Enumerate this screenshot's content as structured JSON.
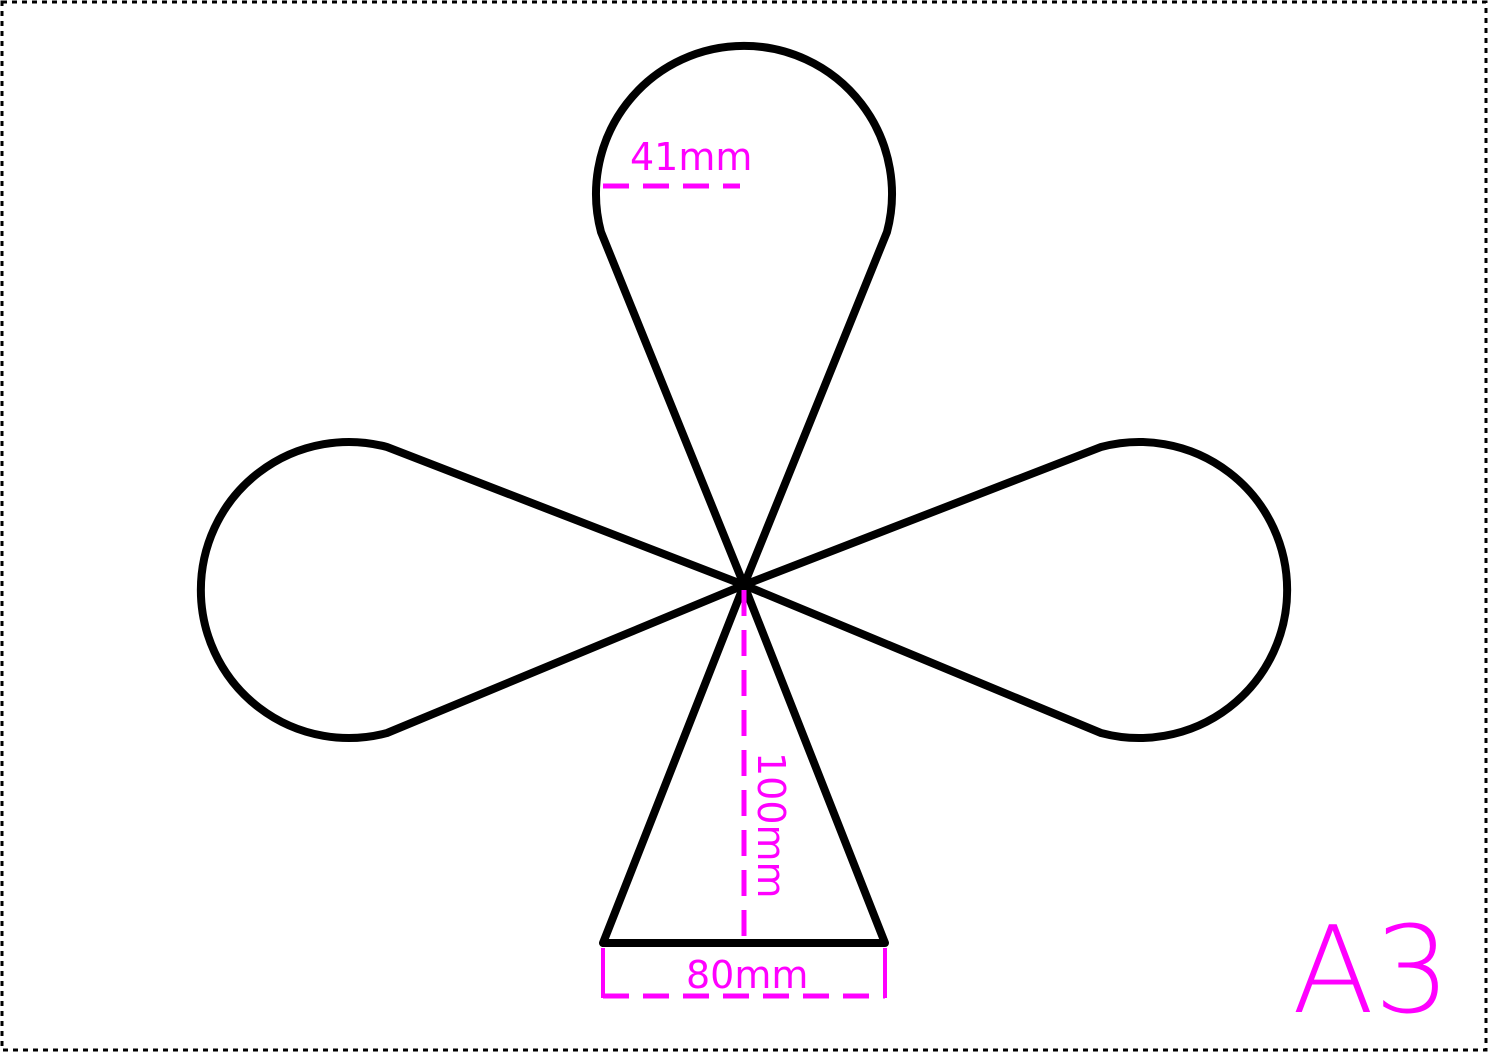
{
  "drawing": {
    "sheet_size_label": "A3",
    "radius_label": "41mm",
    "height_label": "100mm",
    "width_label": "80mm"
  },
  "colors": {
    "outline": "#000000",
    "dimension": "#ff00ff",
    "border": "#000000",
    "background": "#ffffff"
  }
}
